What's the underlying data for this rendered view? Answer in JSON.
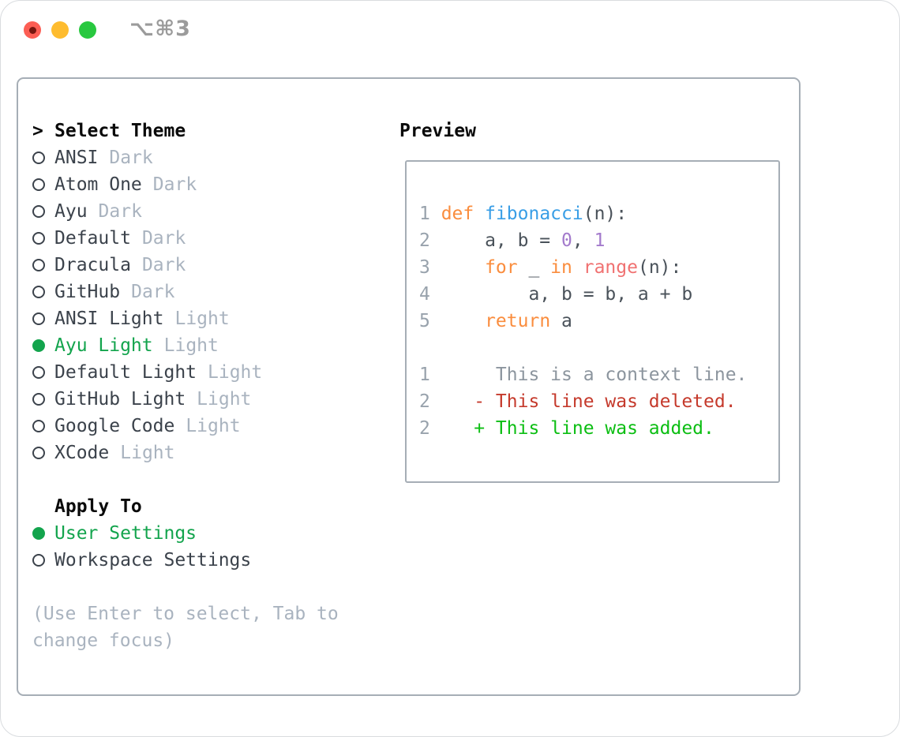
{
  "window": {
    "shortcut": "⌥⌘3",
    "traffic_lights": [
      "close",
      "minimize",
      "zoom"
    ]
  },
  "theme_panel": {
    "cursor": ">",
    "title": "Select Theme",
    "items": [
      {
        "name": "ANSI",
        "variant": "Dark",
        "selected": false
      },
      {
        "name": "Atom One",
        "variant": "Dark",
        "selected": false
      },
      {
        "name": "Ayu",
        "variant": "Dark",
        "selected": false
      },
      {
        "name": "Default",
        "variant": "Dark",
        "selected": false
      },
      {
        "name": "Dracula",
        "variant": "Dark",
        "selected": false
      },
      {
        "name": "GitHub",
        "variant": "Dark",
        "selected": false
      },
      {
        "name": "ANSI Light",
        "variant": "Light",
        "selected": false
      },
      {
        "name": "Ayu Light",
        "variant": "Light",
        "selected": true
      },
      {
        "name": "Default Light",
        "variant": "Light",
        "selected": false
      },
      {
        "name": "GitHub Light",
        "variant": "Light",
        "selected": false
      },
      {
        "name": "Google Code",
        "variant": "Light",
        "selected": false
      },
      {
        "name": "XCode",
        "variant": "Light",
        "selected": false
      }
    ],
    "apply_to": {
      "title": "Apply To",
      "options": [
        {
          "label": "User Settings",
          "selected": true
        },
        {
          "label": "Workspace Settings",
          "selected": false
        }
      ]
    },
    "hint": "(Use Enter to select, Tab to change focus)"
  },
  "preview": {
    "title": "Preview",
    "code_lines": [
      {
        "num": "1",
        "segments": [
          {
            "t": "def",
            "c": "keyword"
          },
          {
            "t": " ",
            "c": "fg"
          },
          {
            "t": "fibonacci",
            "c": "function"
          },
          {
            "t": "(n):",
            "c": "fg"
          }
        ]
      },
      {
        "num": "2",
        "segments": [
          {
            "t": "    a, b = ",
            "c": "fg"
          },
          {
            "t": "0",
            "c": "number"
          },
          {
            "t": ", ",
            "c": "fg"
          },
          {
            "t": "1",
            "c": "number"
          }
        ]
      },
      {
        "num": "3",
        "segments": [
          {
            "t": "    ",
            "c": "fg"
          },
          {
            "t": "for",
            "c": "keyword"
          },
          {
            "t": " _ ",
            "c": "fg"
          },
          {
            "t": "in",
            "c": "keyword"
          },
          {
            "t": " ",
            "c": "fg"
          },
          {
            "t": "range",
            "c": "builtin"
          },
          {
            "t": "(n):",
            "c": "fg"
          }
        ]
      },
      {
        "num": "4",
        "segments": [
          {
            "t": "        a, b = b, a + b",
            "c": "fg"
          }
        ]
      },
      {
        "num": "5",
        "segments": [
          {
            "t": "    ",
            "c": "fg"
          },
          {
            "t": "return",
            "c": "keyword"
          },
          {
            "t": " a",
            "c": "fg"
          }
        ]
      }
    ],
    "diff_lines": [
      {
        "num": "1",
        "segments": [
          {
            "t": "     This is a context line.",
            "c": "context"
          }
        ]
      },
      {
        "num": "2",
        "segments": [
          {
            "t": "   - This line was deleted.",
            "c": "removed"
          }
        ]
      },
      {
        "num": "2",
        "segments": [
          {
            "t": "   + This line was added.",
            "c": "added"
          }
        ]
      }
    ]
  },
  "colors": {
    "tl_red": "#FC5E54",
    "tl_red_dot": "#77170F",
    "tl_yellow": "#FEBC2F",
    "tl_green": "#28C83F",
    "shortcut_gray": "#9B9B9B",
    "panel_border": "#A6AEB6",
    "header_text": "#0A0A0A",
    "item_name": "#3B424B",
    "item_variant": "#A9B3BF",
    "hint": "#A9B3BF",
    "ring": "#3B424B",
    "selected": "#13A44D",
    "fg": "#4A525A",
    "keyword": "#FA8D3E",
    "function": "#399EE6",
    "number": "#A37ACC",
    "builtin": "#F07171",
    "gutter": "#98A2AC",
    "context": "#8C959E",
    "removed": "#C53A2C",
    "added": "#0CBE13"
  }
}
